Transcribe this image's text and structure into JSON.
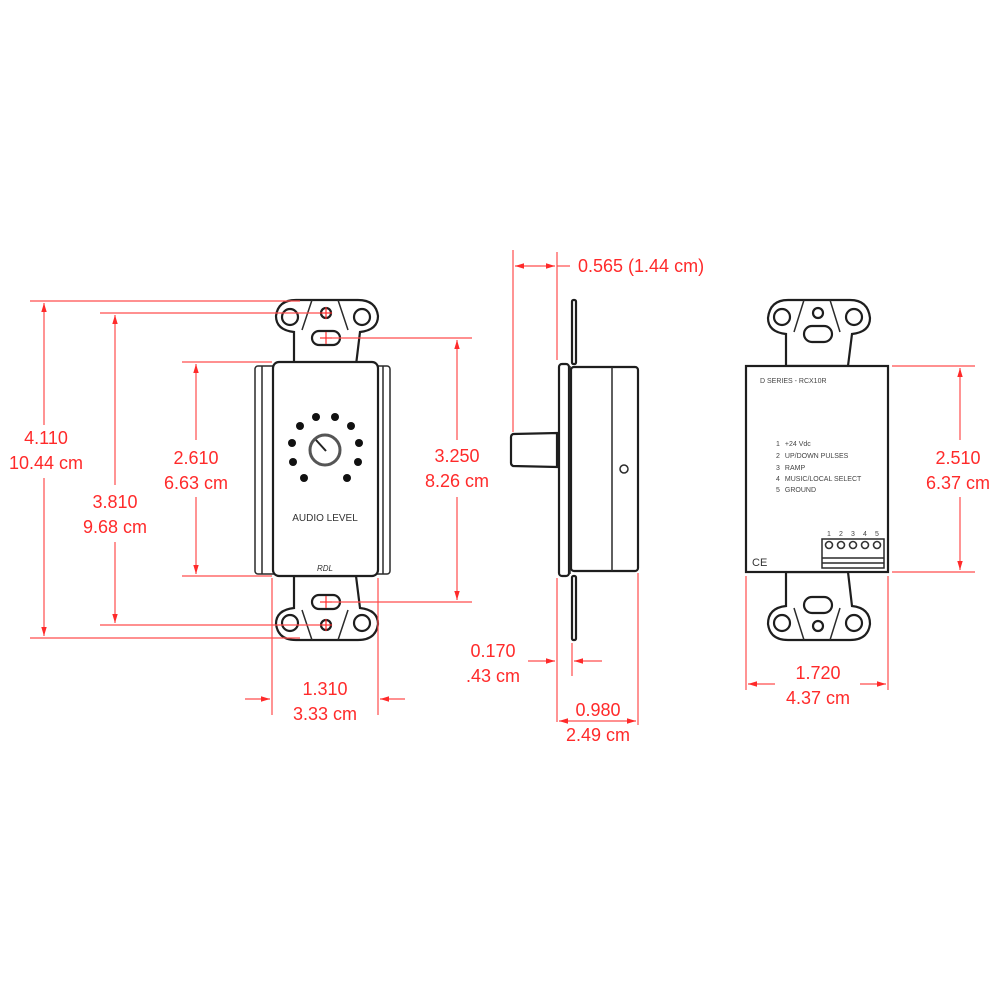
{
  "colors": {
    "dimension": "#ff2a2a",
    "outline": "#1e1e1e",
    "background": "#ffffff"
  },
  "front_view": {
    "plate_label": "AUDIO LEVEL",
    "brand": "RDL",
    "dimensions": {
      "overall_height": {
        "in": "4.110",
        "cm": "10.44 cm"
      },
      "mounting_hole_spacing": {
        "in": "3.810",
        "cm": "9.68 cm"
      },
      "plate_height": {
        "in": "2.610",
        "cm": "6.63 cm"
      },
      "slot_spacing": {
        "in": "3.250",
        "cm": "8.26 cm"
      },
      "plate_width": {
        "in": "1.310",
        "cm": "3.33 cm"
      }
    }
  },
  "side_view": {
    "dimensions": {
      "knob_depth": {
        "label": "0.565 (1.44 cm)"
      },
      "flange_offset": {
        "in": "0.170",
        "cm": ".43 cm"
      },
      "box_depth": {
        "in": "0.980",
        "cm": "2.49 cm"
      }
    }
  },
  "rear_view": {
    "model": "D SERIES - RCX10R",
    "pin_list": [
      {
        "num": "1",
        "label": "+24 Vdc"
      },
      {
        "num": "2",
        "label": "UP/DOWN PULSES"
      },
      {
        "num": "3",
        "label": "RAMP"
      },
      {
        "num": "4",
        "label": "MUSIC/LOCAL SELECT"
      },
      {
        "num": "5",
        "label": "GROUND"
      }
    ],
    "terminal_numbers": [
      "1",
      "2",
      "3",
      "4",
      "5"
    ],
    "ce_mark": "CE",
    "dimensions": {
      "box_height": {
        "in": "2.510",
        "cm": "6.37 cm"
      },
      "box_width": {
        "in": "1.720",
        "cm": "4.37 cm"
      }
    }
  }
}
